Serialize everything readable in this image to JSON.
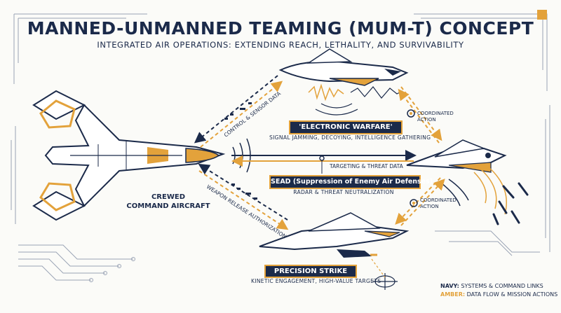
{
  "title": "MANNED-UNMANNED TEAMING (MUM-T) CONCEPT",
  "subtitle": "INTEGRATED AIR OPERATIONS: EXTENDING REACH, LETHALITY, AND SURVIVABILITY",
  "crewed": {
    "line1": "CREWED",
    "line2": "COMMAND AIRCRAFT"
  },
  "links": {
    "control": "CONTROL & SENSOR DATA",
    "targeting": "TARGETING & THREAT DATA",
    "weapon": "WEAPON RELEASE AUTHORIZATION"
  },
  "missions": {
    "ew": {
      "title": "'ELECTRONIC WARFARE'",
      "caption": "SIGNAL JAMMING, DECOYING, INTELLIGENCE GATHERING"
    },
    "sead": {
      "title": "SEAD (Suppression of Enemy Air Defenses)",
      "caption": "RADAR & THREAT NEUTRALIZATION"
    },
    "strike": {
      "title": "PRECISION STRIKE",
      "caption": "KINETIC ENGAGEMENT, HIGH-VALUE TARGETS"
    }
  },
  "coordinated": {
    "line1": "COORDINATED",
    "line2": "ACTION"
  },
  "legend": {
    "navy_key": "NAVY:",
    "navy_text": "SYSTEMS & COMMAND LINKS",
    "amber_key": "AMBER:",
    "amber_text": "DATA FLOW & MISSION ACTIONS"
  },
  "colors": {
    "navy": "#1b2a4a",
    "amber": "#e3a23b",
    "background": "#fbfbf8"
  }
}
